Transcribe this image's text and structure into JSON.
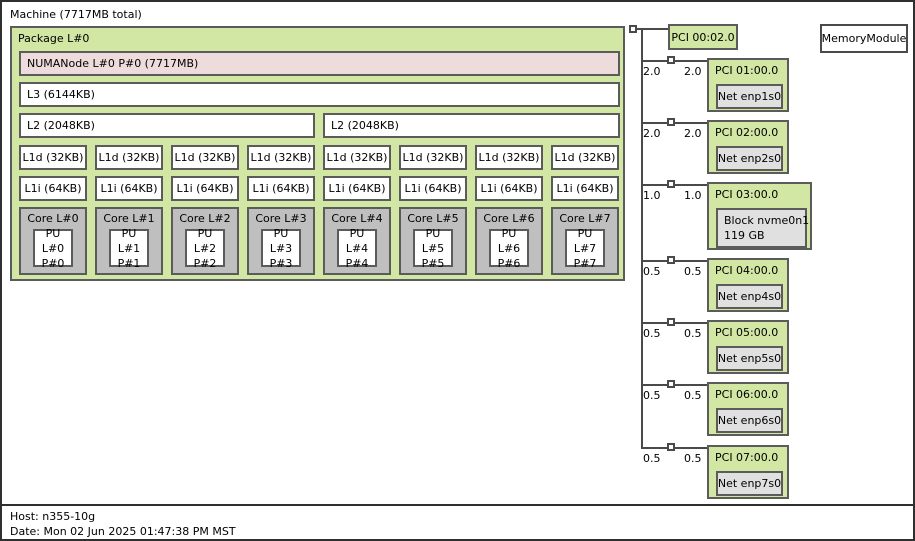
{
  "machine": {
    "label": "Machine (7717MB total)"
  },
  "package": {
    "label": "Package L#0"
  },
  "numanode": {
    "label": "NUMANode L#0 P#0 (7717MB)"
  },
  "l3": {
    "label": "L3 (6144KB)"
  },
  "l2": [
    "L2 (2048KB)",
    "L2 (2048KB)"
  ],
  "l1d": [
    "L1d (32KB)",
    "L1d (32KB)",
    "L1d (32KB)",
    "L1d (32KB)",
    "L1d (32KB)",
    "L1d (32KB)",
    "L1d (32KB)",
    "L1d (32KB)"
  ],
  "l1i": [
    "L1i (64KB)",
    "L1i (64KB)",
    "L1i (64KB)",
    "L1i (64KB)",
    "L1i (64KB)",
    "L1i (64KB)",
    "L1i (64KB)",
    "L1i (64KB)"
  ],
  "cores": [
    {
      "label": "Core L#0",
      "pu1": "PU L#0",
      "pu2": "P#0"
    },
    {
      "label": "Core L#1",
      "pu1": "PU L#1",
      "pu2": "P#1"
    },
    {
      "label": "Core L#2",
      "pu1": "PU L#2",
      "pu2": "P#2"
    },
    {
      "label": "Core L#3",
      "pu1": "PU L#3",
      "pu2": "P#3"
    },
    {
      "label": "Core L#4",
      "pu1": "PU L#4",
      "pu2": "P#4"
    },
    {
      "label": "Core L#5",
      "pu1": "PU L#5",
      "pu2": "P#5"
    },
    {
      "label": "Core L#6",
      "pu1": "PU L#6",
      "pu2": "P#6"
    },
    {
      "label": "Core L#7",
      "pu1": "PU L#7",
      "pu2": "P#7"
    }
  ],
  "memory_module": {
    "label": "MemoryModule"
  },
  "pci": {
    "root_label": "PCI 00:02.0",
    "devices": [
      {
        "label": "PCI 01:00.0",
        "device": "Net enp1s0",
        "speed_left": "2.0",
        "speed_right": "2.0"
      },
      {
        "label": "PCI 02:00.0",
        "device": "Net enp2s0",
        "speed_left": "2.0",
        "speed_right": "2.0"
      },
      {
        "label": "PCI 03:00.0",
        "device_line1": "Block nvme0n1",
        "device_line2": "119 GB",
        "speed_left": "1.0",
        "speed_right": "1.0"
      },
      {
        "label": "PCI 04:00.0",
        "device": "Net enp4s0",
        "speed_left": "0.5",
        "speed_right": "0.5"
      },
      {
        "label": "PCI 05:00.0",
        "device": "Net enp5s0",
        "speed_left": "0.5",
        "speed_right": "0.5"
      },
      {
        "label": "PCI 06:00.0",
        "device": "Net enp6s0",
        "speed_left": "0.5",
        "speed_right": "0.5"
      },
      {
        "label": "PCI 07:00.0",
        "device": "Net enp7s0",
        "speed_left": "0.5",
        "speed_right": "0.5"
      }
    ]
  },
  "legend": {
    "host": "Host: n355-10g",
    "date": "Date: Mon 02 Jun 2025 01:47:38 PM MST"
  },
  "colors": {
    "package_green": "#d3e7a4",
    "numa_pink": "#eedcdc",
    "core_gray": "#bfbfbf",
    "device_gray": "#e0e0e0",
    "box_border": "#5b5b5b",
    "line": "#4a4a4a"
  }
}
